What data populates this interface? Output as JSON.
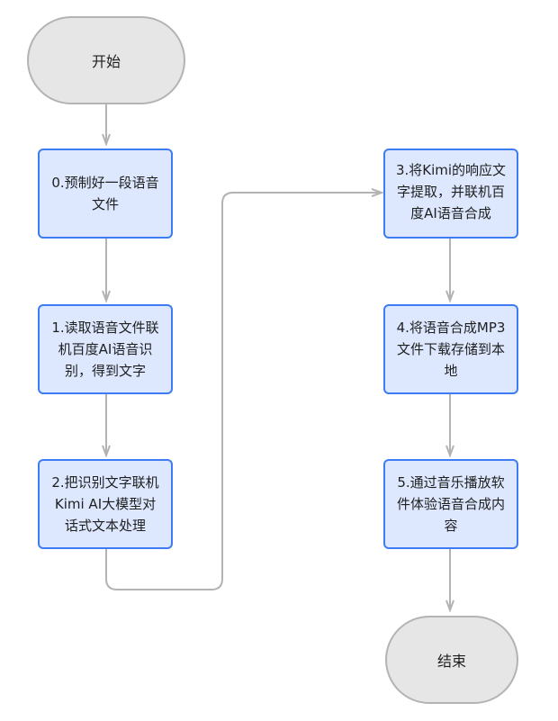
{
  "flowchart": {
    "start": "开始",
    "end": "结束",
    "steps": [
      "0.预制好一段语音文件",
      "1.读取语音文件联机百度AI语音识别，得到文字",
      "2.把识别文字联机Kimi AI大模型对话式文本处理",
      "3.将Kimi的响应文字提取，并联机百度AI语音合成",
      "4.将语音合成MP3文件下载存储到本地",
      "5.通过音乐播放软件体验语音合成内容"
    ]
  },
  "colors": {
    "process_fill": "#dde8ff",
    "process_border": "#3d7cf2",
    "terminal_fill": "#e6e6e6",
    "terminal_border": "#b3b3b3",
    "connector": "#b3b3b3"
  }
}
